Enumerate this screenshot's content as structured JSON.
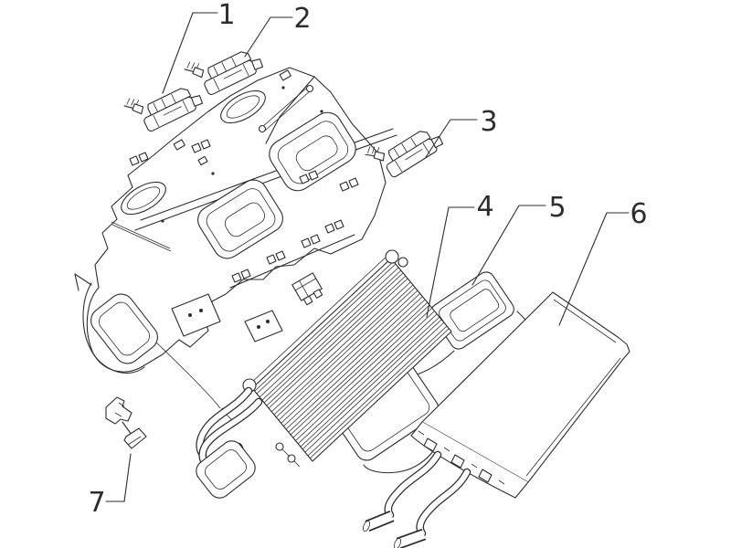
{
  "diagram": {
    "background_color": "#ffffff",
    "line_color": "#2d2d2d",
    "callout_labels": [
      "1",
      "2",
      "3",
      "4",
      "5",
      "6",
      "7"
    ]
  }
}
